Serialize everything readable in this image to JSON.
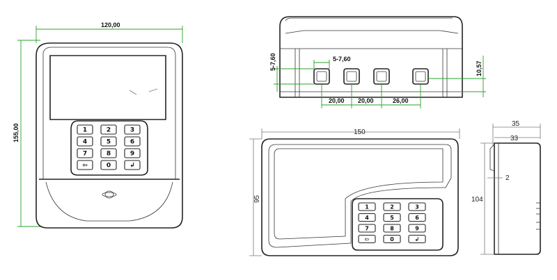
{
  "front_view": {
    "width_dim": "120,00",
    "height_dim": "155,00",
    "keys": [
      "1",
      "2",
      "3",
      "4",
      "5",
      "6",
      "7",
      "8",
      "9",
      "⇦",
      "0",
      "↲"
    ]
  },
  "top_view": {
    "dim_pitch_left": "5-7,60",
    "dim_pitch_top": "5-7,60",
    "dim_height_right": "10,57",
    "dim_spacing_1": "20,00",
    "dim_spacing_2": "20,00",
    "dim_spacing_3": "26,00"
  },
  "iso_view": {
    "width_dim": "150",
    "height_dim": "95",
    "keys": [
      "1",
      "2",
      "3",
      "4",
      "5",
      "6",
      "7",
      "8",
      "9",
      "⇦",
      "0",
      "↲"
    ]
  },
  "side_view": {
    "depth_outer": "35",
    "depth_inner": "33",
    "gap_dim": "2",
    "height_dim": "104"
  }
}
